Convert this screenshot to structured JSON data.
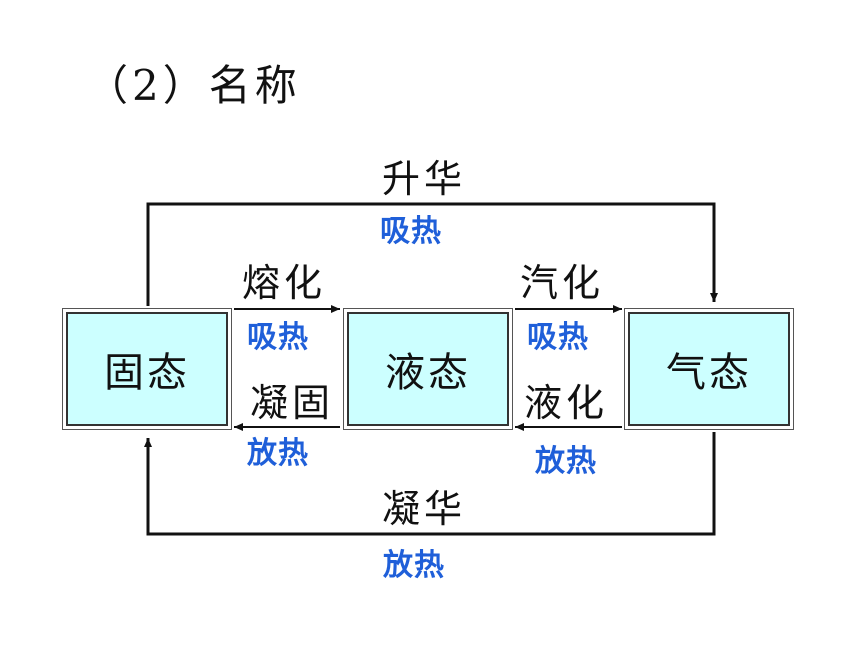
{
  "heading": "（2）名称",
  "states": {
    "solid": "固态",
    "liquid": "液态",
    "gas": "气态"
  },
  "transitions": {
    "sublimation": {
      "name": "升华",
      "heat": "吸热"
    },
    "melting": {
      "name": "熔化",
      "heat": "吸热"
    },
    "freezing": {
      "name": "凝固",
      "heat": "放热"
    },
    "vaporization": {
      "name": "汽化",
      "heat": "吸热"
    },
    "liquefaction": {
      "name": "液化",
      "heat": "放热"
    },
    "deposition": {
      "name": "凝华",
      "heat": "放热"
    }
  },
  "colors": {
    "box_fill": "#ccffff",
    "heat_text": "#1f5fd9",
    "line": "#111111"
  }
}
